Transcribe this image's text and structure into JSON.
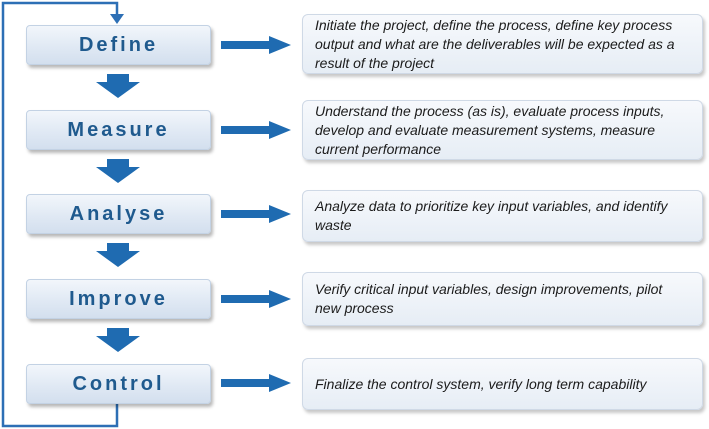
{
  "steps": [
    {
      "phase": "Define",
      "description": "Initiate the project, define the process, define key process output and what are the deliverables will be expected as a result of the project"
    },
    {
      "phase": "Measure",
      "description": "Understand the process (as is), evaluate process inputs, develop and evaluate measurement systems, measure current performance"
    },
    {
      "phase": "Analyse",
      "description": "Analyze data to prioritize key input variables, and identify waste"
    },
    {
      "phase": "Improve",
      "description": "Verify critical input variables, design improvements, pilot new process"
    },
    {
      "phase": "Control",
      "description": "Finalize the control system, verify long term capability"
    }
  ],
  "colors": {
    "accent": "#1f5a8e",
    "arrow": "#1f6bb1",
    "loop": "#2d6fb5"
  }
}
